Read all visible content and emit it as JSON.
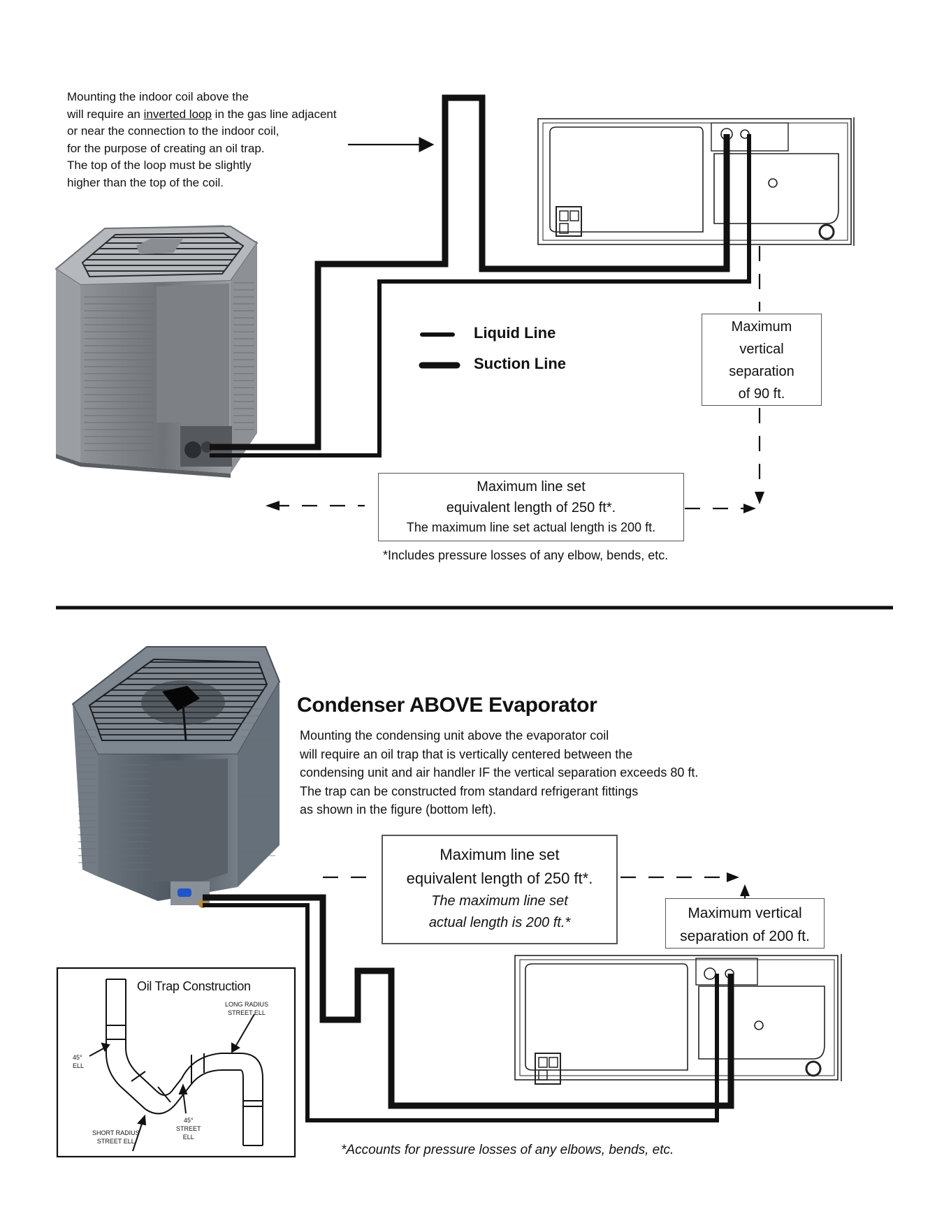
{
  "intro": {
    "line1": "Mounting the indoor coil above the",
    "line2_pre": "will require an ",
    "line2_link": "inverted loop",
    "line2_post": " in the gas line adjacent",
    "line3": "or near the connection to the indoor coil,",
    "line4": "for the purpose of creating an oil trap.",
    "line5": "The top of the loop must be slightly",
    "line6": "higher than the top of the coil."
  },
  "legend": {
    "liquid": "Liquid Line",
    "suction": "Suction Line"
  },
  "vertical_box_1": {
    "line1": "Maximum",
    "line2": "vertical",
    "line3": "separation",
    "line4": "of 90 ft."
  },
  "length_box_1": {
    "line1": "Maximum line set",
    "line2": "equivalent length of 250 ft*.",
    "line3": "The maximum line set actual length is 200 ft."
  },
  "footnote_1": "*Includes pressure losses of any elbow, bends, etc.",
  "section2": {
    "heading": "Condenser ABOVE Evaporator",
    "para": [
      "Mounting the condensing unit above the evaporator coil",
      "will require an oil trap that is vertically centered between the",
      "condensing unit and air handler IF the vertical separation exceeds 80 ft.",
      "The trap can be constructed from standard refrigerant fittings",
      "as shown in the figure (bottom left)."
    ]
  },
  "length_box_2": {
    "line1": "Maximum line set",
    "line2": "equivalent length of 250 ft*.",
    "line3": "The maximum line set",
    "line4": "actual length is 200 ft.*"
  },
  "vertical_box_2": {
    "line1": "Maximum vertical",
    "line2": "separation of 200 ft."
  },
  "oil_trap": {
    "title": "Oil Trap Construction",
    "long_radius_1": "LONG RADIUS",
    "long_radius_2": "STREET ELL",
    "ell45_1": "45°",
    "ell45_2": "ELL",
    "street45_1": "45°",
    "street45_2": "STREET",
    "street45_3": "ELL",
    "short_radius_1": "SHORT RADIUS",
    "short_radius_2": "STREET ELL"
  },
  "footnote_2": "*Accounts for pressure losses of any elbows, bends, etc."
}
